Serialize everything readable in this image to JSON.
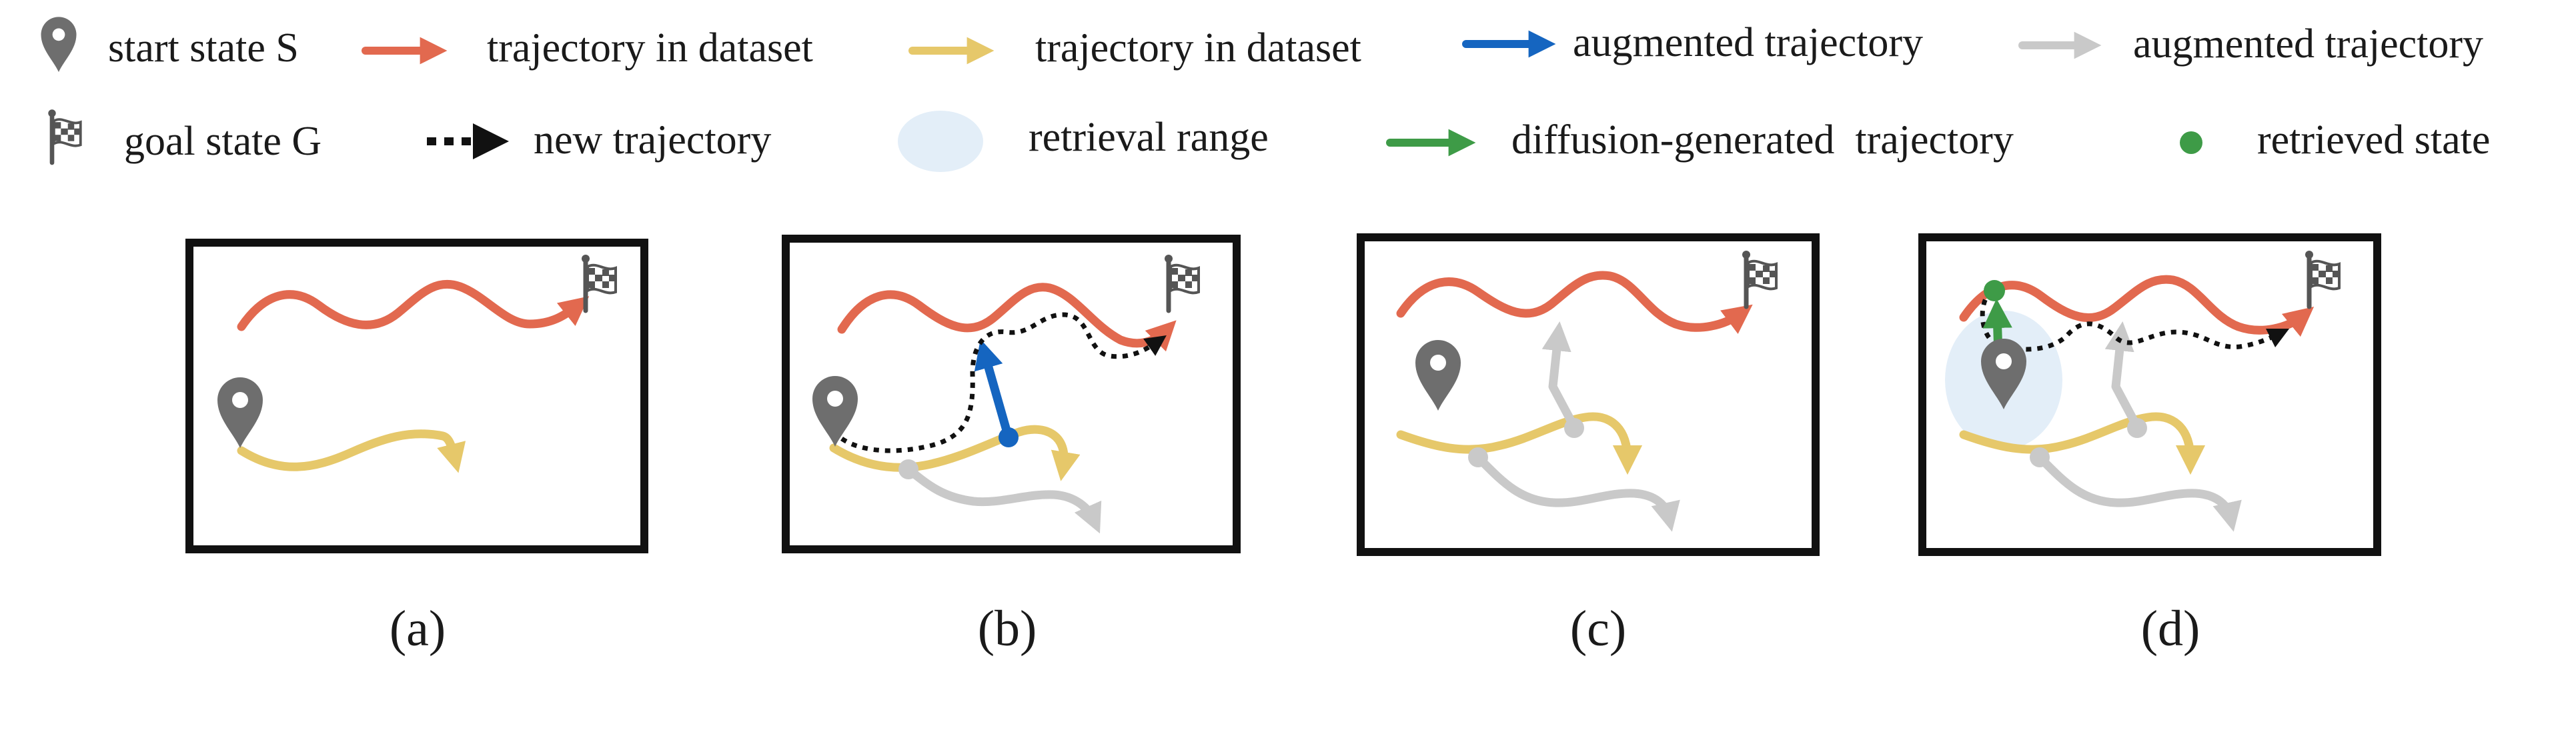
{
  "colors": {
    "dataset_red": "#E2694F",
    "dataset_yellow": "#E6C86A",
    "augmented_blue": "#1565C0",
    "augmented_gray": "#C9C9C9",
    "diffusion_green": "#3E9B47",
    "retrieval_fill": "#E3EEF8",
    "pin_gray": "#6E6E6E",
    "frame": "#111111"
  },
  "legend": {
    "start_state": {
      "icon": "location-pin-icon",
      "label": "start state S"
    },
    "traj_red": {
      "icon": "red-arrow-icon",
      "label": "trajectory in dataset"
    },
    "traj_yellow": {
      "icon": "yellow-arrow-icon",
      "label": "trajectory in dataset"
    },
    "aug_blue": {
      "icon": "blue-arrow-icon",
      "label": "augmented trajectory"
    },
    "aug_gray": {
      "icon": "gray-arrow-icon",
      "label": "augmented trajectory"
    },
    "goal_state": {
      "icon": "checkered-flag-icon",
      "label": "goal state G"
    },
    "new_traj": {
      "icon": "dotted-arrow-icon",
      "label": "new trajectory"
    },
    "retrieval": {
      "icon": "retrieval-ellipse-icon",
      "label": "retrieval range"
    },
    "diffusion": {
      "icon": "green-arrow-icon",
      "label": "diffusion-generated  trajectory"
    },
    "retrieved": {
      "icon": "green-dot-icon",
      "label": "retrieved state"
    }
  },
  "panels": [
    {
      "caption": "(a)"
    },
    {
      "caption": "(b)"
    },
    {
      "caption": "(c)"
    },
    {
      "caption": "(d)"
    }
  ]
}
